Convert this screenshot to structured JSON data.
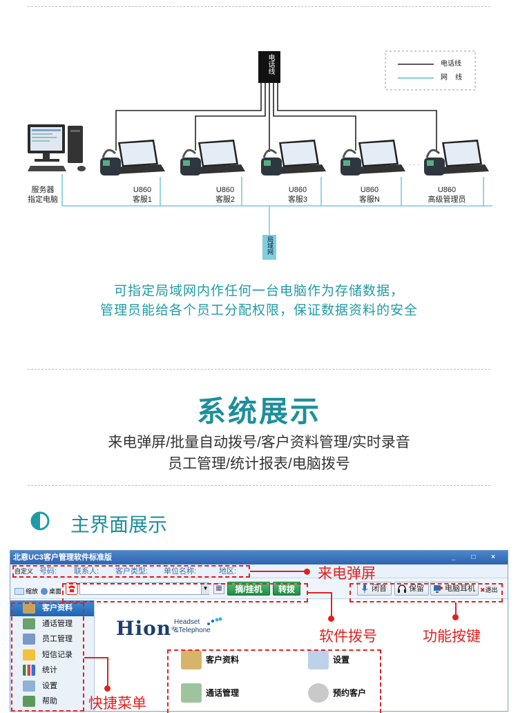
{
  "diagram": {
    "junction_label": "电话线",
    "legend": {
      "phone_line": "电话线",
      "network_line": "网    线"
    },
    "server": {
      "line1": "服务器",
      "line2": "指定电脑"
    },
    "stations": [
      {
        "model": "U860",
        "role": "客服1"
      },
      {
        "model": "U860",
        "role": "客服2"
      },
      {
        "model": "U860",
        "role": "客服3"
      },
      {
        "model": "U860",
        "role": "客服N"
      },
      {
        "model": "U860",
        "role": "高级管理员"
      }
    ],
    "lan_label": "局域网",
    "dots": "· · ·"
  },
  "caption": {
    "line1": "可指定局域网内作任何一台电脑作为存储数据，",
    "line2": "管理员能给各个员工分配权限，保证数据资料的安全"
  },
  "section": {
    "title": "系统展示",
    "features_line1": "来电弹屏/批量自动拨号/客户资料管理/实时录音",
    "features_line2": "员工管理/统计报表/电脑拨号"
  },
  "subsection": {
    "title": "主界面展示"
  },
  "app": {
    "window_title": "北恩UC3客户管理软件标准版",
    "window_controls": "_ □ ×",
    "info_fields": [
      "自定义",
      "号码:",
      "联系人:",
      "客户类型:",
      "单位名称:",
      "地区:"
    ],
    "view_zoom": "缩放",
    "view_desktop": "桌面",
    "dial_input_value": "",
    "hook_button": "摘/挂机",
    "transfer_button": "转拨",
    "mute_button": "闭音",
    "hold_button": "保留",
    "headset_button": "电脑耳机",
    "exit_button": "退出",
    "sidebar": [
      {
        "label": "客户资料"
      },
      {
        "label": "通话管理"
      },
      {
        "label": "员工管理"
      },
      {
        "label": "短信记录"
      },
      {
        "label": "统计"
      },
      {
        "label": "设置"
      },
      {
        "label": "帮助"
      }
    ],
    "brand": {
      "name": "Hion",
      "registered": "®",
      "line1": "Headset",
      "line2": "&Telephone"
    },
    "main_menu": [
      {
        "label": "客户资料"
      },
      {
        "label": "设置"
      },
      {
        "label": "通话管理"
      },
      {
        "label": "预约客户"
      }
    ]
  },
  "annotations": {
    "incoming_popup": "来电弹屏",
    "software_dial": "软件拨号",
    "function_keys": "功能按键",
    "shortcut_menu": "快捷菜单"
  },
  "colors": {
    "teal": "#1f9ba6",
    "phone_line": "#222222",
    "network_line": "#5bbfd0",
    "annotation_red": "#e02020"
  }
}
